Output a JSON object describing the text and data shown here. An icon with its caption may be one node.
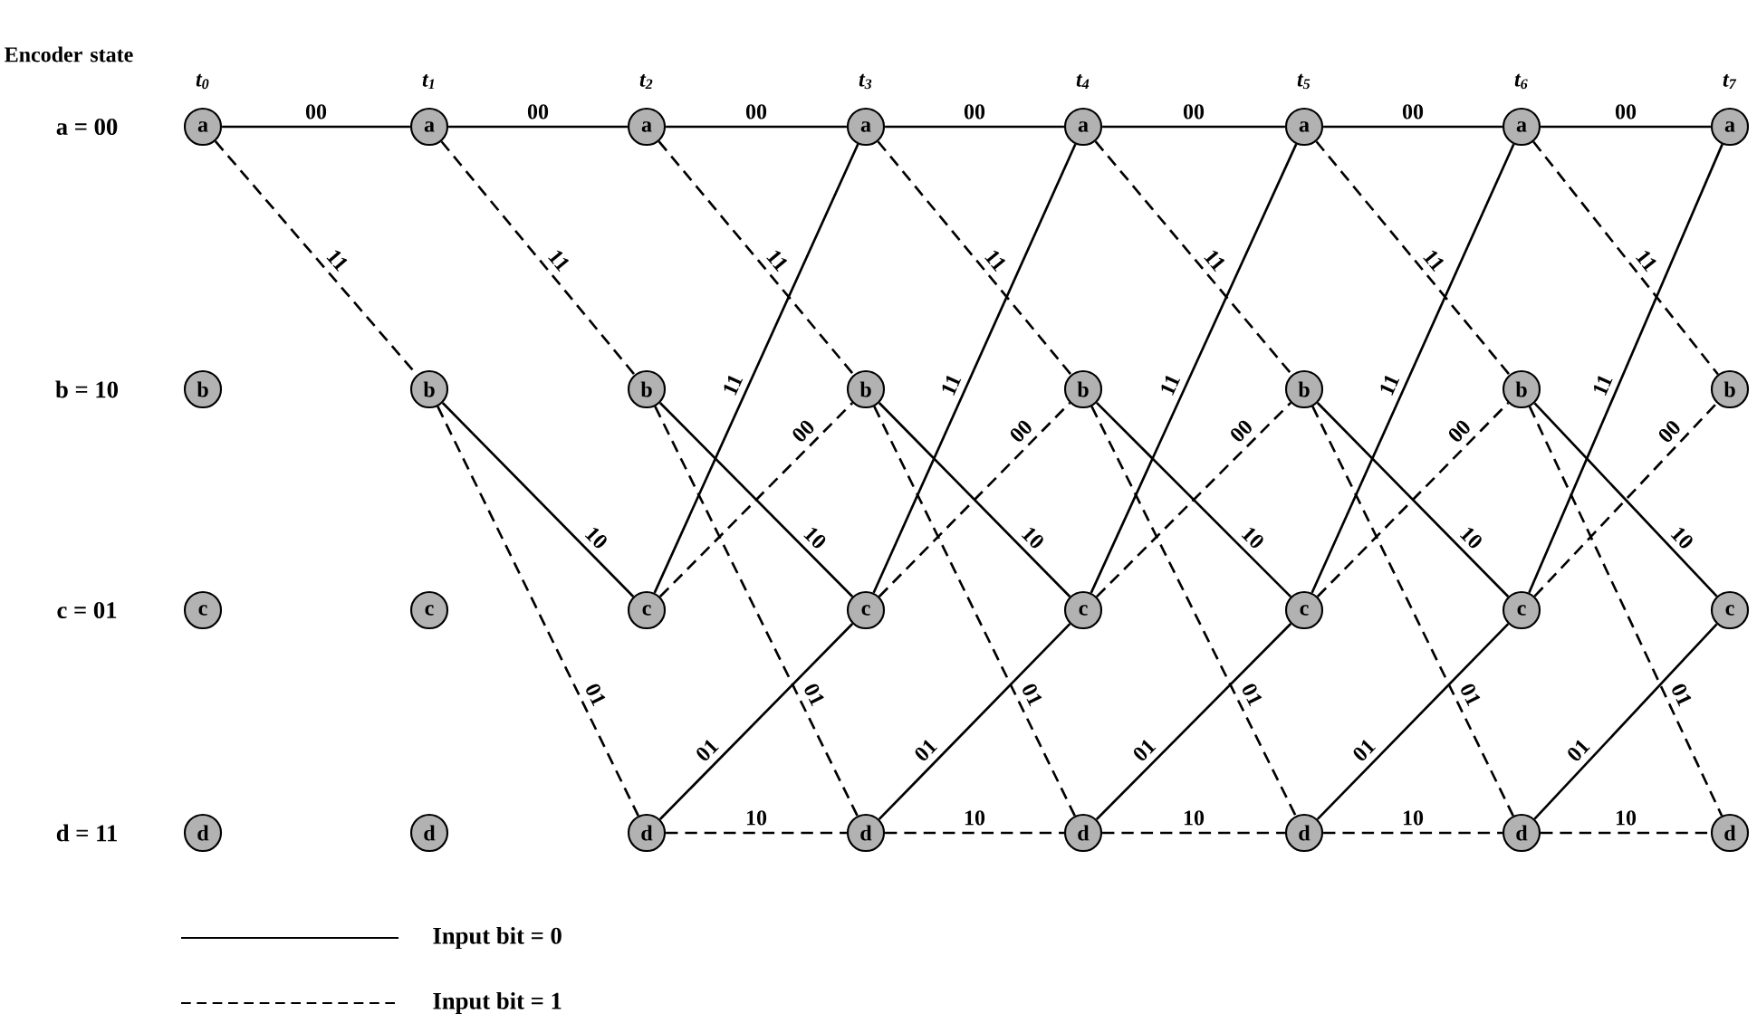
{
  "diagram": {
    "nodes": [
      {
        "text": [
          "a"
        ]
      },
      {
        "text": [
          "a"
        ]
      },
      {
        "text": [
          "a"
        ]
      },
      {
        "text": [
          "a"
        ]
      },
      {
        "text": [
          "a"
        ]
      },
      {
        "text": [
          "a"
        ]
      },
      {
        "text": [
          "a"
        ]
      },
      {
        "text": [
          "a"
        ]
      },
      {
        "text": [
          "b"
        ]
      },
      {
        "text": [
          "b"
        ]
      },
      {
        "text": [
          "b"
        ]
      },
      {
        "text": [
          "b"
        ]
      },
      {
        "text": [
          "b"
        ]
      },
      {
        "text": [
          "b"
        ]
      },
      {
        "text": [
          "b"
        ]
      },
      {
        "text": [
          "b"
        ]
      },
      {
        "text": [
          "c"
        ]
      },
      {
        "text": [
          "c"
        ]
      },
      {
        "text": [
          "c"
        ]
      },
      {
        "text": [
          "c"
        ]
      },
      {
        "text": [
          "c"
        ]
      },
      {
        "text": [
          "c"
        ]
      },
      {
        "text": [
          "c"
        ]
      },
      {
        "text": [
          "c"
        ]
      },
      {
        "text": [
          "d"
        ]
      },
      {
        "text": [
          "d"
        ]
      },
      {
        "text": [
          "d"
        ]
      },
      {
        "text": [
          "d"
        ]
      },
      {
        "text": [
          "d"
        ]
      },
      {
        "text": [
          "d"
        ]
      },
      {
        "text": [
          "d"
        ]
      },
      {
        "text": [
          "d"
        ]
      }
    ],
    "edges": [
      {
        "from": 0,
        "to": 1,
        "arrow": "none",
        "label": "00"
      },
      {
        "from": 0,
        "to": 9,
        "arrow": "none",
        "label": "11",
        "style": "dashed"
      },
      {
        "from": 1,
        "to": 2,
        "arrow": "none",
        "label": "00"
      },
      {
        "from": 1,
        "to": 10,
        "arrow": "none",
        "label": "11",
        "style": "dashed"
      },
      {
        "from": 9,
        "to": 18,
        "arrow": "none",
        "label": "10"
      },
      {
        "from": 9,
        "to": 26,
        "arrow": "none",
        "label": "01",
        "style": "dashed"
      },
      {
        "from": 2,
        "to": 3,
        "arrow": "none",
        "label": "00"
      },
      {
        "from": 2,
        "to": 11,
        "arrow": "none",
        "label": "11",
        "style": "dashed"
      },
      {
        "from": 10,
        "to": 19,
        "arrow": "none",
        "label": "10"
      },
      {
        "from": 10,
        "to": 27,
        "arrow": "none",
        "label": "01",
        "style": "dashed"
      },
      {
        "from": 18,
        "to": 3,
        "arrow": "none",
        "label": "11"
      },
      {
        "from": 18,
        "to": 11,
        "arrow": "none",
        "label": "00",
        "style": "dashed"
      },
      {
        "from": 26,
        "to": 19,
        "arrow": "none",
        "label": "01"
      },
      {
        "from": 26,
        "to": 27,
        "arrow": "none",
        "label": "10",
        "style": "dashed"
      },
      {
        "from": 3,
        "to": 4,
        "arrow": "none",
        "label": "00"
      },
      {
        "from": 3,
        "to": 12,
        "arrow": "none",
        "label": "11",
        "style": "dashed"
      },
      {
        "from": 11,
        "to": 20,
        "arrow": "none",
        "label": "10"
      },
      {
        "from": 11,
        "to": 28,
        "arrow": "none",
        "label": "01",
        "style": "dashed"
      },
      {
        "from": 19,
        "to": 4,
        "arrow": "none",
        "label": "11"
      },
      {
        "from": 19,
        "to": 12,
        "arrow": "none",
        "label": "00",
        "style": "dashed"
      },
      {
        "from": 27,
        "to": 20,
        "arrow": "none",
        "label": "01"
      },
      {
        "from": 27,
        "to": 28,
        "arrow": "none",
        "label": "10",
        "style": "dashed"
      },
      {
        "from": 4,
        "to": 5,
        "arrow": "none",
        "label": "00"
      },
      {
        "from": 4,
        "to": 13,
        "arrow": "none",
        "label": "11",
        "style": "dashed"
      },
      {
        "from": 12,
        "to": 21,
        "arrow": "none",
        "label": "10"
      },
      {
        "from": 12,
        "to": 29,
        "arrow": "none",
        "label": "01",
        "style": "dashed"
      },
      {
        "from": 20,
        "to": 5,
        "arrow": "none",
        "label": "11"
      },
      {
        "from": 20,
        "to": 13,
        "arrow": "none",
        "label": "00",
        "style": "dashed"
      },
      {
        "from": 28,
        "to": 21,
        "arrow": "none",
        "label": "01"
      },
      {
        "from": 28,
        "to": 29,
        "arrow": "none",
        "label": "10",
        "style": "dashed"
      },
      {
        "from": 5,
        "to": 6,
        "arrow": "none",
        "label": "00"
      },
      {
        "from": 5,
        "to": 14,
        "arrow": "none",
        "label": "11",
        "style": "dashed"
      },
      {
        "from": 13,
        "to": 22,
        "arrow": "none",
        "label": "10"
      },
      {
        "from": 13,
        "to": 30,
        "arrow": "none",
        "label": "01",
        "style": "dashed"
      },
      {
        "from": 21,
        "to": 6,
        "arrow": "none",
        "label": "11"
      },
      {
        "from": 21,
        "to": 14,
        "arrow": "none",
        "label": "00",
        "style": "dashed"
      },
      {
        "from": 29,
        "to": 22,
        "arrow": "none",
        "label": "01"
      },
      {
        "from": 29,
        "to": 30,
        "arrow": "none",
        "label": "10",
        "style": "dashed"
      },
      {
        "from": 6,
        "to": 7,
        "arrow": "none",
        "label": "00"
      },
      {
        "from": 6,
        "to": 15,
        "arrow": "none",
        "label": "11",
        "style": "dashed"
      },
      {
        "from": 14,
        "to": 23,
        "arrow": "none",
        "label": "10"
      },
      {
        "from": 14,
        "to": 31,
        "arrow": "none",
        "label": "01",
        "style": "dashed"
      },
      {
        "from": 22,
        "to": 7,
        "arrow": "none",
        "label": "11"
      },
      {
        "from": 22,
        "to": 15,
        "arrow": "none",
        "label": "00",
        "style": "dashed"
      },
      {
        "from": 30,
        "to": 23,
        "arrow": "none",
        "label": "01"
      },
      {
        "from": 30,
        "to": 31,
        "arrow": "none",
        "label": "10",
        "style": "dashed"
      }
    ],
    "labels": [
      "Encoder state",
      "t$_{0}$",
      "t$_{1}$",
      "t$_{2}$",
      "t$_{3}$",
      "t$_{4}$",
      "t$_{5}$",
      "t$_{6}$",
      "t$_{7}$",
      "a = 00",
      "b = 10",
      "c = 01",
      "d = 11"
    ],
    "legend": [
      {
        "text": "Input bit = 0"
      },
      {
        "text": "Input bit = 1"
      }
    ]
  }
}
